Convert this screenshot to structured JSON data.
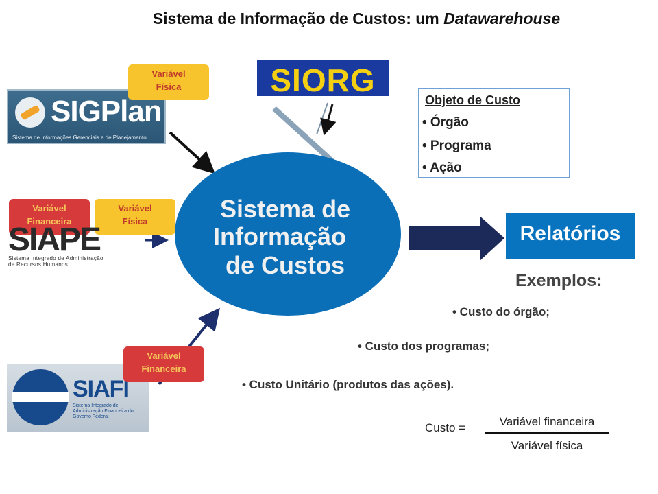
{
  "title": {
    "main": "Sistema de Informação de Custos: um ",
    "italic": "Datawarehouse"
  },
  "logos": {
    "sigplan": {
      "name": "SIGPlan",
      "subtitle": "Sistema de Informações Gerenciais e de Planejamento"
    },
    "siorg": {
      "name": "SIORG"
    },
    "siape": {
      "name": "SIAPE",
      "subtitle_line1": "Sistema Integrado de Administração",
      "subtitle_line2": "de Recursos Humanos"
    },
    "siafi": {
      "name": "SIAFI",
      "subtitle": "Sistema Integrado de Administração Financeira do Governo Federal"
    }
  },
  "tags": {
    "fisica_top": {
      "line1": "Variável",
      "line2": "Física"
    },
    "financeira_left": {
      "line1": "Variável",
      "line2": "Financeira"
    },
    "fisica_mid": {
      "line1": "Variável",
      "line2": "Física"
    },
    "financeira_bottom": {
      "line1": "Variável",
      "line2": "Financeira"
    }
  },
  "objeto_custo": {
    "heading": "Objeto de Custo",
    "items": [
      "• Órgão",
      "• Programa",
      "• Ação"
    ]
  },
  "center": {
    "line1": "Sistema de",
    "line2": "Informação",
    "line3": "de Custos"
  },
  "relatorios": "Relatórios",
  "exemplos": {
    "heading": "Exemplos:",
    "items": [
      "• Custo do órgão;",
      "• Custo dos programas;",
      "• Custo Unitário (produtos das ações)."
    ]
  },
  "formula": {
    "lhs": "Custo =",
    "numerator": "Variável financeira",
    "denominator": "Variável física"
  },
  "colors": {
    "ellipse": "#0b6fb8",
    "relatorios_box": "#0873bf",
    "big_arrow": "#1c2a5a",
    "tag_yellow": "#f7c42e",
    "tag_red": "#d63a3a"
  }
}
